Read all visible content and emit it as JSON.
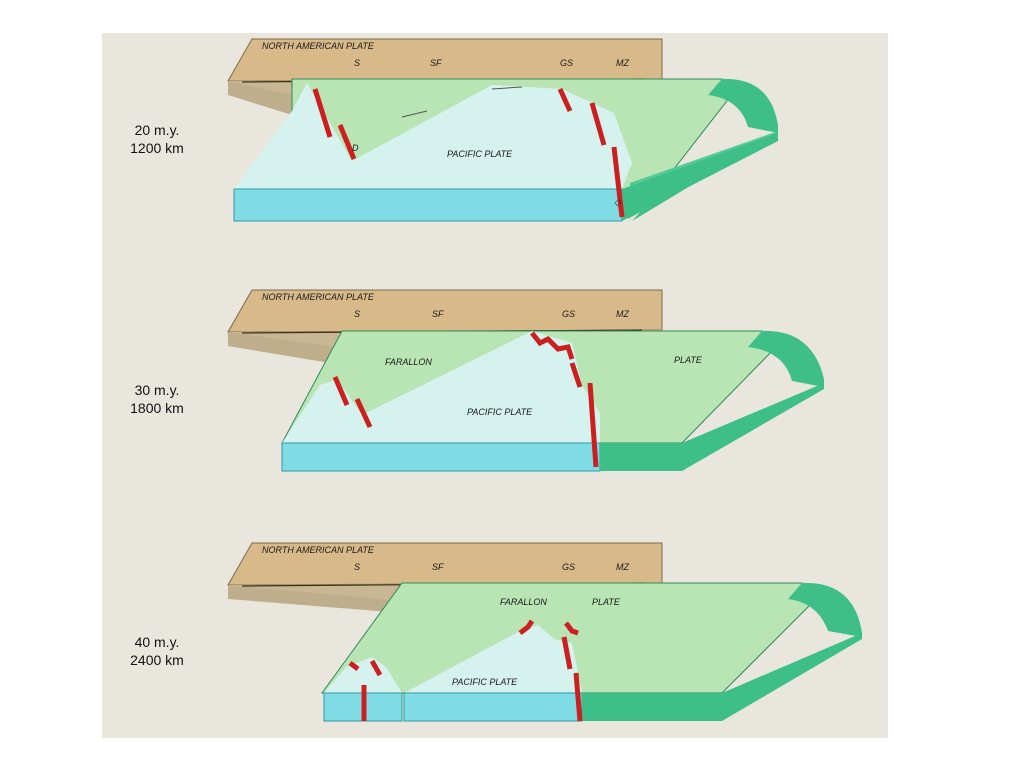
{
  "panels": [
    {
      "time": "20 m.y.",
      "distance": "1200 km",
      "plate_labels": {
        "north_american": "NORTH AMERICAN PLATE",
        "pacific": "PACIFIC PLATE"
      },
      "city_labels": [
        "S",
        "SF",
        "GS",
        "MZ"
      ]
    },
    {
      "time": "30 m.y.",
      "distance": "1800 km",
      "plate_labels": {
        "north_american": "NORTH AMERICAN PLATE",
        "farallon": "FARALLON",
        "plate": "PLATE",
        "pacific": "PACIFIC PLATE"
      },
      "city_labels": [
        "S",
        "SF",
        "GS",
        "MZ"
      ]
    },
    {
      "time": "40 m.y.",
      "distance": "2400 km",
      "plate_labels": {
        "north_american": "NORTH AMERICAN PLATE",
        "farallon": "FARALLON",
        "plate": "PLATE",
        "pacific": "PACIFIC PLATE"
      },
      "city_labels": [
        "S",
        "SF",
        "GS",
        "MZ"
      ]
    }
  ],
  "colors": {
    "panel_bg": "#e9e7dd",
    "north_american_top": "#d8b98a",
    "north_american_side": "#c9b794",
    "farallon_top": "#b9e4b4",
    "farallon_side": "#3fbf88",
    "pacific_top": "#d6f2ee",
    "pacific_side": "#7fdbe4",
    "fault": "#cc1f1f"
  }
}
